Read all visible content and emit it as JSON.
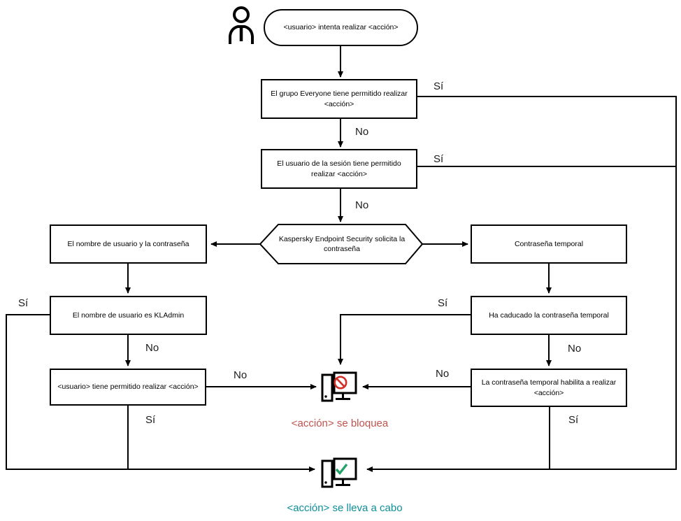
{
  "diagram": {
    "labels": {
      "yes": "Sí",
      "no": "No"
    },
    "nodes": {
      "start": "<usuario> intenta realizar <acción>",
      "everyone": "El grupo Everyone tiene permitido realizar <acción>",
      "session": "El usuario de la sesión tiene permitido realizar <acción>",
      "prompt": "Kaspersky Endpoint Security solicita la contraseña",
      "credentials": "El nombre de usuario y la contraseña",
      "kladmin": "El nombre de usuario es KLAdmin",
      "user_allowed": "<usuario> tiene permitido realizar <acción>",
      "temp_password": "Contraseña temporal",
      "temp_expired": "Ha caducado la contraseña temporal",
      "temp_allows": "La contraseña temporal habilita a realizar <acción>"
    },
    "outcomes": {
      "blocked": "<acción> se bloquea",
      "done": "<acción> se lleva a cabo"
    },
    "icons": {
      "actor": "person-icon",
      "blocked": "computer-blocked-icon",
      "done": "computer-check-icon"
    },
    "colors": {
      "line": "#000000",
      "blocked_text": "#c0534e",
      "done_text": "#0d8e9a",
      "prohibition": "#d02f26",
      "check": "#21a268"
    }
  }
}
